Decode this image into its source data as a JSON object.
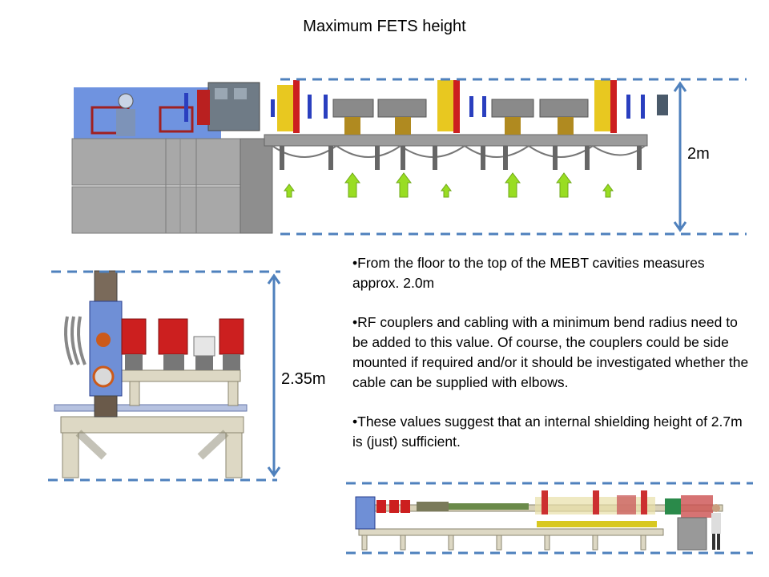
{
  "slide": {
    "title": "Maximum FETS height",
    "dimension_top": "2m",
    "dimension_left": "2.35m",
    "bullets": [
      "•From the floor to the top of the MEBT cavities measures approx. 2.0m",
      "•RF couplers and cabling with a minimum bend radius need to be added to this value. Of course, the couplers could be side mounted if required and/or it should be investigated whether the cable can be supplied with elbows.",
      "•These values suggest that an internal shielding height of 2.7m is (just) sufficient."
    ]
  },
  "colors": {
    "dashed_line": "#4f81bd",
    "arrow": "#4f81bd",
    "cavity_red": "#cc1f1f",
    "blue_shield": "#3366cc",
    "green_arrow": "#99dd22",
    "grey_block": "#a6a6a6",
    "frame_beige": "#ddd8c4"
  }
}
